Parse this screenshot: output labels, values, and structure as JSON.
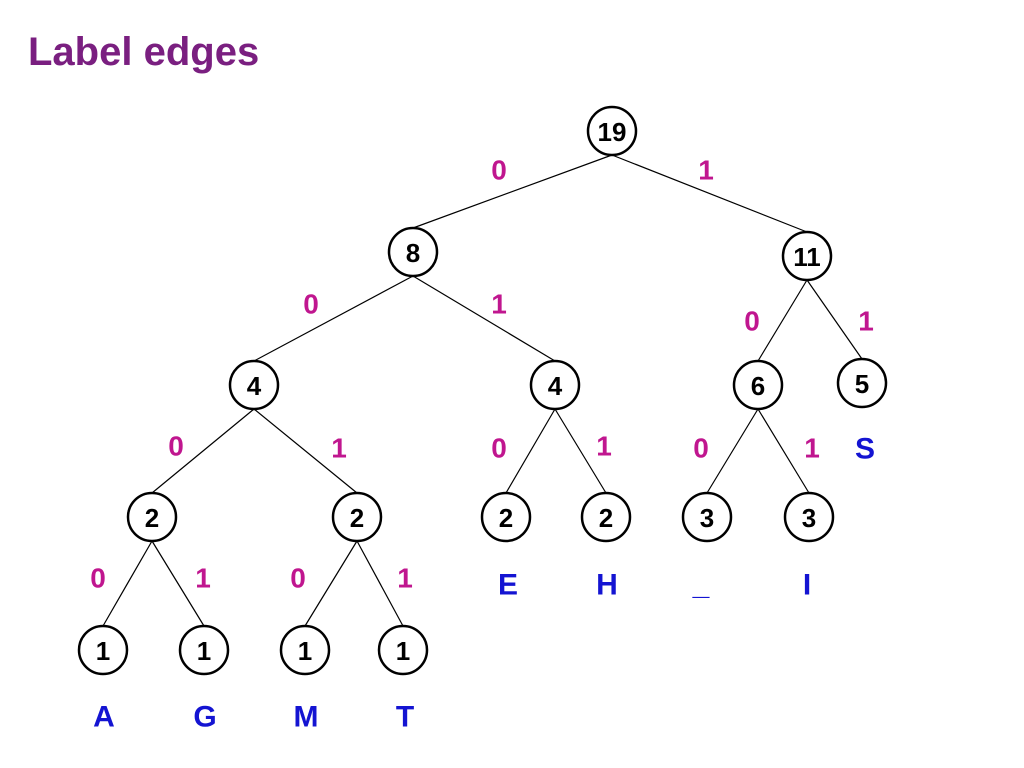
{
  "title": "Label edges",
  "colors": {
    "title": "#7a1f80",
    "edge_label": "#c0168f",
    "leaf_label": "#1414d2",
    "node_stroke": "#000000"
  },
  "nodes": [
    {
      "id": "root",
      "weight": "19"
    },
    {
      "id": "n8",
      "weight": "8"
    },
    {
      "id": "n11",
      "weight": "11"
    },
    {
      "id": "n4a",
      "weight": "4"
    },
    {
      "id": "n4b",
      "weight": "4"
    },
    {
      "id": "n6",
      "weight": "6"
    },
    {
      "id": "nS",
      "weight": "5",
      "symbol": "S"
    },
    {
      "id": "n2a",
      "weight": "2"
    },
    {
      "id": "n2b",
      "weight": "2"
    },
    {
      "id": "nE",
      "weight": "2",
      "symbol": "E"
    },
    {
      "id": "nH",
      "weight": "2",
      "symbol": "H"
    },
    {
      "id": "nSpace",
      "weight": "3",
      "symbol": "_"
    },
    {
      "id": "nI",
      "weight": "3",
      "symbol": "I"
    },
    {
      "id": "nA",
      "weight": "1",
      "symbol": "A"
    },
    {
      "id": "nG",
      "weight": "1",
      "symbol": "G"
    },
    {
      "id": "nM",
      "weight": "1",
      "symbol": "M"
    },
    {
      "id": "nT",
      "weight": "1",
      "symbol": "T"
    }
  ],
  "edges": [
    {
      "from": "root",
      "to": "n8",
      "label": "0"
    },
    {
      "from": "root",
      "to": "n11",
      "label": "1"
    },
    {
      "from": "n8",
      "to": "n4a",
      "label": "0"
    },
    {
      "from": "n8",
      "to": "n4b",
      "label": "1"
    },
    {
      "from": "n11",
      "to": "n6",
      "label": "0"
    },
    {
      "from": "n11",
      "to": "nS",
      "label": "1"
    },
    {
      "from": "n4a",
      "to": "n2a",
      "label": "0"
    },
    {
      "from": "n4a",
      "to": "n2b",
      "label": "1"
    },
    {
      "from": "n4b",
      "to": "nE",
      "label": "0"
    },
    {
      "from": "n4b",
      "to": "nH",
      "label": "1"
    },
    {
      "from": "n6",
      "to": "nSpace",
      "label": "0"
    },
    {
      "from": "n6",
      "to": "nI",
      "label": "1"
    },
    {
      "from": "n2a",
      "to": "nA",
      "label": "0"
    },
    {
      "from": "n2a",
      "to": "nG",
      "label": "1"
    },
    {
      "from": "n2b",
      "to": "nM",
      "label": "0"
    },
    {
      "from": "n2b",
      "to": "nT",
      "label": "1"
    }
  ]
}
